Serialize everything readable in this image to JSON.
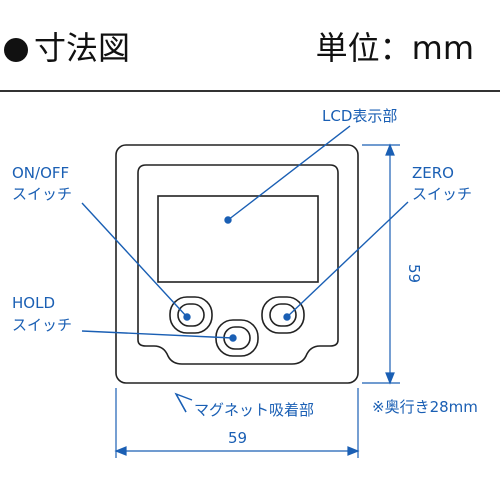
{
  "header": {
    "title": "寸法図",
    "unit": "単位：mm"
  },
  "labels": {
    "lcd": "LCD表示部",
    "on_off_1": "ON/OFF",
    "on_off_2": "スイッチ",
    "zero_1": "ZERO",
    "zero_2": "スイッチ",
    "hold_1": "HOLD",
    "hold_2": "スイッチ",
    "magnet": "マグネット吸着部",
    "depth": "※奥行き28mm"
  },
  "dimensions": {
    "width": "59",
    "height": "59"
  },
  "colors": {
    "annotation": "#1a5fb4",
    "outline": "#222222"
  }
}
